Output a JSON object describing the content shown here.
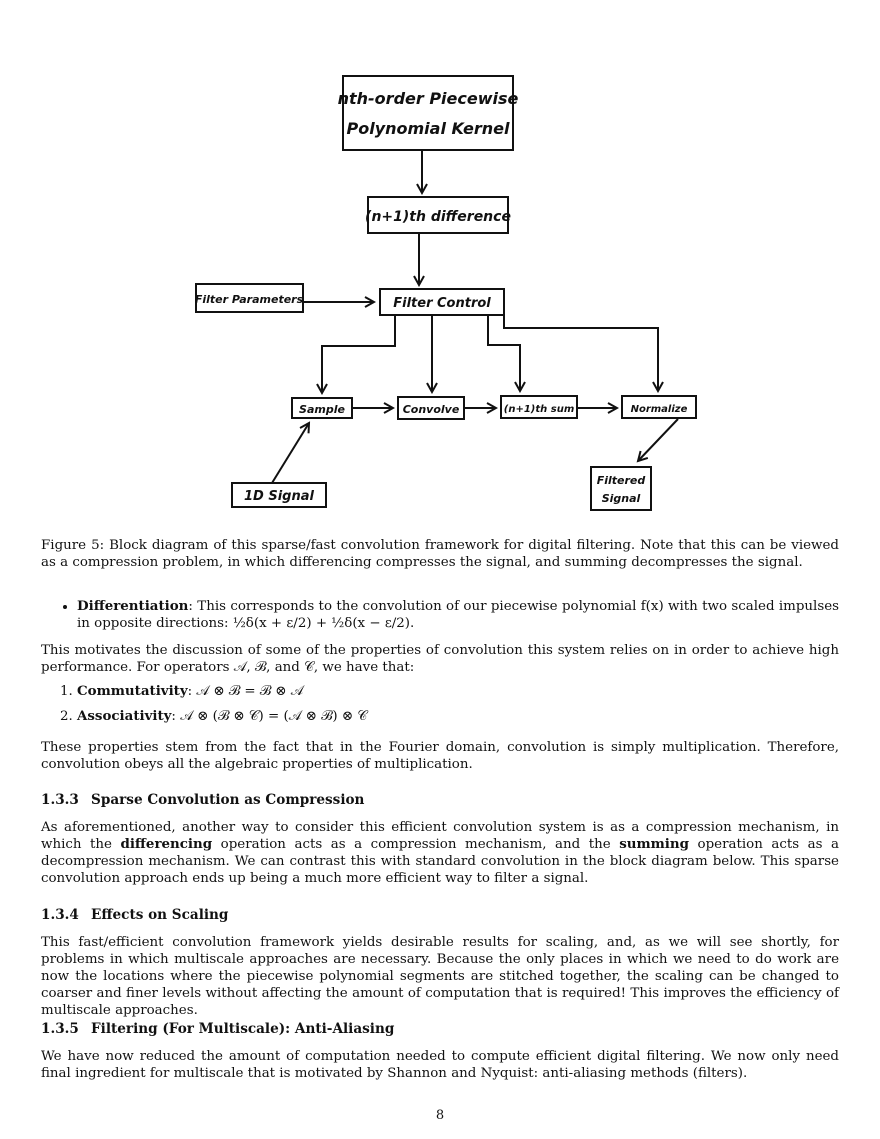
{
  "diagram": {
    "nodes": {
      "kernel_line1": "nth-order Piecewise",
      "kernel_line2": "Polynomial Kernel",
      "difference": "(n+1)th difference",
      "filter_params": "Filter Parameters",
      "filter_control": "Filter Control",
      "sample": "Sample",
      "convolve": "Convolve",
      "sum": "(n+1)th sum",
      "normalize": "Normalize",
      "signal_1d": "1D Signal",
      "filtered_line1": "Filtered",
      "filtered_line2": "Signal"
    }
  },
  "caption": "Figure 5: Block diagram of this sparse/fast convolution framework for digital filtering. Note that this can be viewed as a compression problem, in which differencing compresses the signal, and summing decompresses the signal.",
  "bullet": {
    "term": "Differentiation",
    "text": ": This corresponds to the convolution of our piecewise polynomial f(x) with two scaled impulses in opposite directions: ½δ(x + ε/2) + ½δ(x − ε/2)."
  },
  "para1": "This motivates the discussion of some of the properties of convolution this system relies on in order to achieve high performance. For operators 𝒜, ℬ, and 𝒞, we have that:",
  "properties": [
    {
      "term": "Commutativity",
      "formula": ": 𝒜 ⊗ ℬ = ℬ ⊗ 𝒜"
    },
    {
      "term": "Associativity",
      "formula": ": 𝒜 ⊗ (ℬ ⊗ 𝒞) = (𝒜 ⊗ ℬ) ⊗ 𝒞"
    }
  ],
  "para2": "These properties stem from the fact that in the Fourier domain, convolution is simply multiplication. Therefore, convolution obeys all the algebraic properties of multiplication.",
  "section_133": {
    "number": "1.3.3",
    "title": "Sparse Convolution as Compression"
  },
  "para3": {
    "a": "As aforementioned, another way to consider this efficient convolution system is as a compression mechanism, in which the ",
    "b": "differencing",
    "c": " operation acts as a compression mechanism, and the ",
    "d": "summing",
    "e": " operation acts as a decompression mechanism. We can contrast this with standard convolution in the block diagram below. This sparse convolution approach ends up being a much more efficient way to filter a signal."
  },
  "section_134": {
    "number": "1.3.4",
    "title": "Effects on Scaling"
  },
  "para4": "This fast/efficient convolution framework yields desirable results for scaling, and, as we will see shortly, for problems in which multiscale approaches are necessary. Because the only places in which we need to do work are now the locations where the piecewise polynomial segments are stitched together, the scaling can be changed to coarser and finer levels without affecting the amount of computation that is required! This improves the efficiency of multiscale approaches.",
  "section_135": {
    "number": "1.3.5",
    "title": "Filtering (For Multiscale): Anti-Aliasing"
  },
  "para5": "We have now reduced the amount of computation needed to compute efficient digital filtering. We now only need final ingredient for multiscale that is motivated by Shannon and Nyquist: anti-aliasing methods (filters).",
  "page_number": "8"
}
